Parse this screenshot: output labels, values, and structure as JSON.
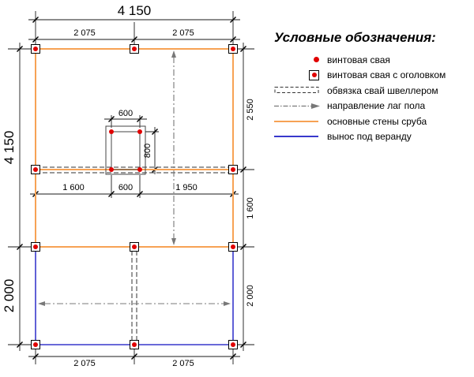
{
  "legend": {
    "title": "Условные обозначения:",
    "items": [
      {
        "symbol": "pile-dot",
        "label": "винтовая свая"
      },
      {
        "symbol": "pile-with-cap",
        "label": "винтовая свая с оголовком"
      },
      {
        "symbol": "channel-binding",
        "label": "обвязка свай швеллером"
      },
      {
        "symbol": "joist-direction",
        "label": "направление лаг пола"
      },
      {
        "symbol": "main-wall-line",
        "label": "основные стены сруба"
      },
      {
        "symbol": "veranda-line",
        "label": "вынос под веранду"
      }
    ]
  },
  "dimensions": {
    "top_total": "4 150",
    "top_left": "2 075",
    "top_right": "2 075",
    "left_main": "4 150",
    "left_veranda": "2 000",
    "right_upper": "2 550",
    "right_middle": "1 600",
    "right_lower": "2 000",
    "stove_width": "600",
    "stove_height": "800",
    "mid_left": "1 600",
    "mid_center": "600",
    "mid_right": "1 950",
    "bottom_left": "2 075",
    "bottom_right": "2 075"
  },
  "colors": {
    "wall": "#F7A254",
    "veranda": "#3838CC",
    "pile": "#E00000",
    "joist": "#787878",
    "line": "#1A1A1A"
  }
}
